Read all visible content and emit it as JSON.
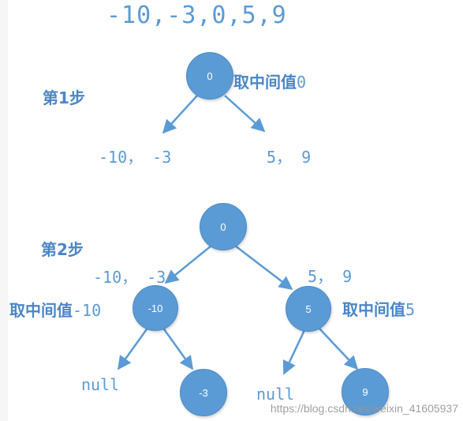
{
  "sequence": "-10,-3,0,5,9",
  "step1": {
    "step_label": "第1步",
    "root": "0",
    "take_mid_prefix": "取中间值",
    "take_mid_value": "0",
    "left_group": "-10， -3",
    "right_group": "5， 9"
  },
  "step2": {
    "step_label": "第2步",
    "root": "0",
    "left_group": "-10， -3",
    "right_group": "5， 9",
    "left_node": "-10",
    "right_node": "5",
    "left_take_prefix": "取中间值",
    "left_take_value": "-10",
    "right_take_prefix": "取中间值",
    "right_take_value": "5",
    "left_null": "null",
    "left_child": "-3",
    "right_null": "null",
    "right_child": "9"
  },
  "watermark": "https://blog.csdn.net/weixin_41605937",
  "colors": {
    "node_fill": "#5b9bd5",
    "arrow": "#5b9bd5",
    "text": "#5b9bd5"
  }
}
